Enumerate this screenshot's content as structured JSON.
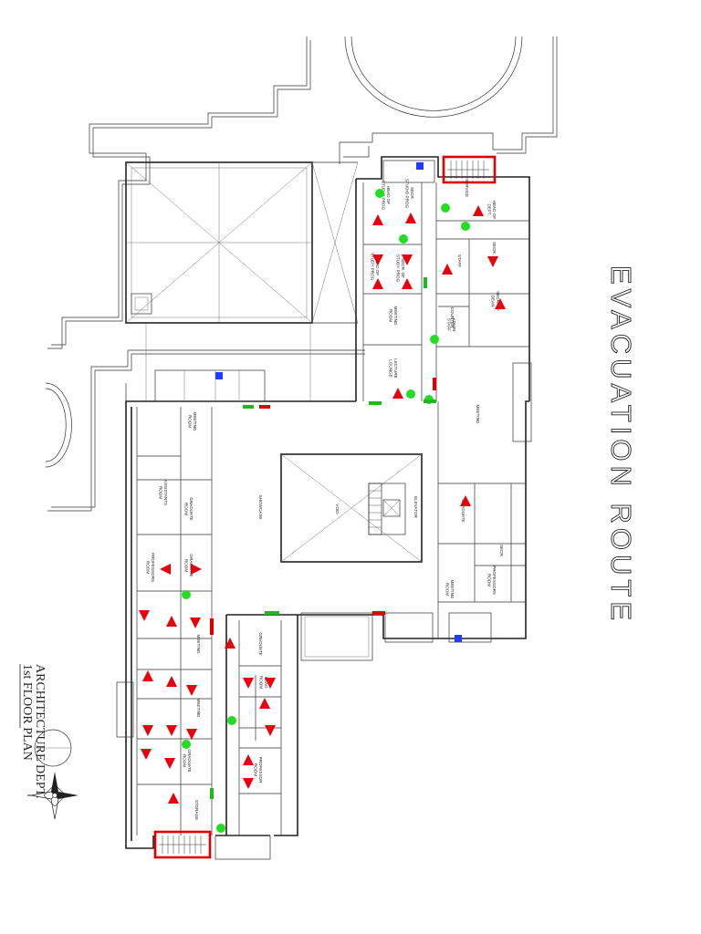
{
  "title": "EVACUATION ROUTE",
  "plan_caption": [
    "ARCHITECTURE DEPT.",
    "1st FLOOR PLAN"
  ],
  "colors": {
    "arrow": "#e8000b",
    "assembly_marker": "#22dd22",
    "exit_marker_green": "#1fb81f",
    "exit_marker_red": "#e00000",
    "extinguisher": "#1f3cff",
    "stair_highlight": "#e00000",
    "ink": "#222222"
  },
  "rooms": [
    {
      "id": "head-studio-prog-1",
      "lines": [
        "HEAD OF",
        "STUDIO PROG"
      ]
    },
    {
      "id": "secr-studio-prog",
      "lines": [
        "SECR.",
        "STUDIO PROG"
      ]
    },
    {
      "id": "head-study-prog",
      "lines": [
        "HEAD OF",
        "STUDY PROG"
      ]
    },
    {
      "id": "secr-study-prog",
      "lines": [
        "SECR. OF",
        "STUDY PROG"
      ]
    },
    {
      "id": "meeting-room-north",
      "lines": [
        "MEETING",
        "ROOM"
      ]
    },
    {
      "id": "lecture-lounge",
      "lines": [
        "LECTURE",
        "LOUNGE"
      ]
    },
    {
      "id": "head-dept",
      "lines": [
        "HEAD OF",
        "DEPT."
      ]
    },
    {
      "id": "secr-north",
      "lines": [
        "SECR."
      ]
    },
    {
      "id": "secr-of-dean",
      "lines": [
        "SECR. OF",
        "DEAN"
      ]
    },
    {
      "id": "admin-staff",
      "lines": [
        "ADMIN",
        "STAFF"
      ]
    },
    {
      "id": "staff",
      "lines": [
        "STAFF"
      ]
    },
    {
      "id": "counter",
      "lines": [
        "COUNTER"
      ]
    },
    {
      "id": "meeting-east",
      "lines": [
        "MEETING"
      ]
    },
    {
      "id": "elevator",
      "lines": [
        "ELEVATOR"
      ]
    },
    {
      "id": "void",
      "lines": [
        "VOID"
      ]
    },
    {
      "id": "showcase",
      "lines": [
        "SHOWCASE"
      ]
    },
    {
      "id": "graduate-east",
      "lines": [
        "GRADUATE"
      ]
    },
    {
      "id": "secr-east",
      "lines": [
        "SECR."
      ]
    },
    {
      "id": "professors-room-east",
      "lines": [
        "PROFESSORS",
        "ROOM"
      ]
    },
    {
      "id": "meeting-room-east",
      "lines": [
        "MEETING",
        "ROOM"
      ]
    },
    {
      "id": "meeting-room-west",
      "lines": [
        "MEETING",
        "ROOM"
      ]
    },
    {
      "id": "assistants-room",
      "lines": [
        "ASSISTANTS",
        "ROOM"
      ]
    },
    {
      "id": "graduate-room-1",
      "lines": [
        "GRADUATE",
        "ROOM"
      ]
    },
    {
      "id": "graduate-room-2",
      "lines": [
        "GRADUATE",
        "ROOM"
      ]
    },
    {
      "id": "graduate-room-3",
      "lines": [
        "GRADUATE",
        "ROOM"
      ]
    },
    {
      "id": "professors-room-west",
      "lines": [
        "PROFESSORS",
        "ROOM"
      ]
    },
    {
      "id": "meeting-south-1",
      "lines": [
        "MEETING"
      ]
    },
    {
      "id": "meeting-south-2",
      "lines": [
        "MEETING"
      ]
    },
    {
      "id": "storage",
      "lines": [
        "STORAGE"
      ]
    },
    {
      "id": "graduate-wing",
      "lines": [
        "GRADUATE"
      ]
    },
    {
      "id": "head-room-wing",
      "lines": [
        "HEAD",
        "ROOM"
      ]
    },
    {
      "id": "professor-wing",
      "lines": [
        "PROFESSOR",
        "ROOM"
      ]
    },
    {
      "id": "service",
      "lines": [
        "SERVICE"
      ]
    }
  ],
  "legend_items": []
}
